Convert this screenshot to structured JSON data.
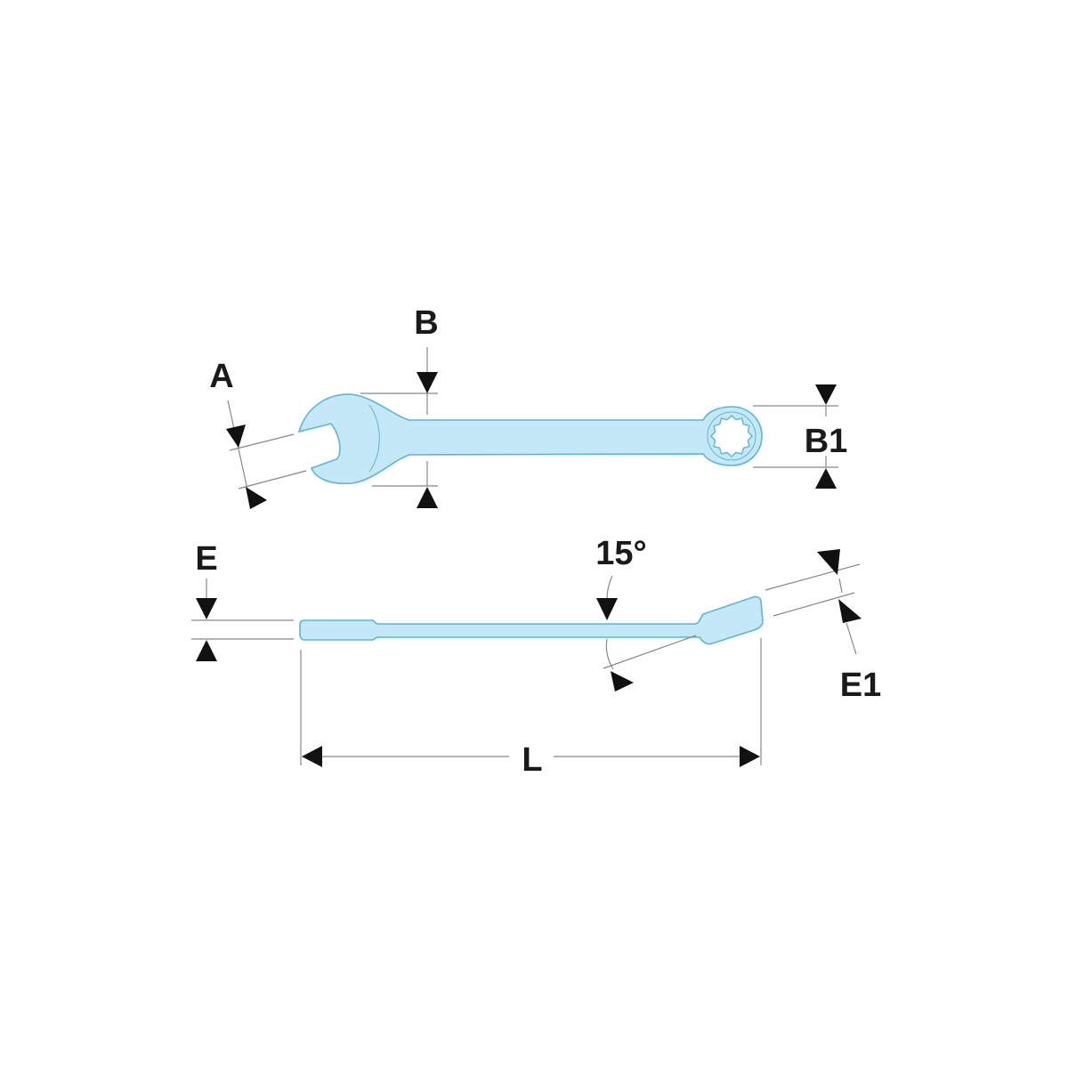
{
  "title": "Combination wrench dimension diagram",
  "colors": {
    "wrench_fill": "#c4e8f8",
    "wrench_outline": "#5cb5d6",
    "dimension": "#111111"
  },
  "labels": {
    "A": "A",
    "B": "B",
    "B1": "B1",
    "E": "E",
    "E1": "E1",
    "angle": "15°",
    "L": "L"
  }
}
